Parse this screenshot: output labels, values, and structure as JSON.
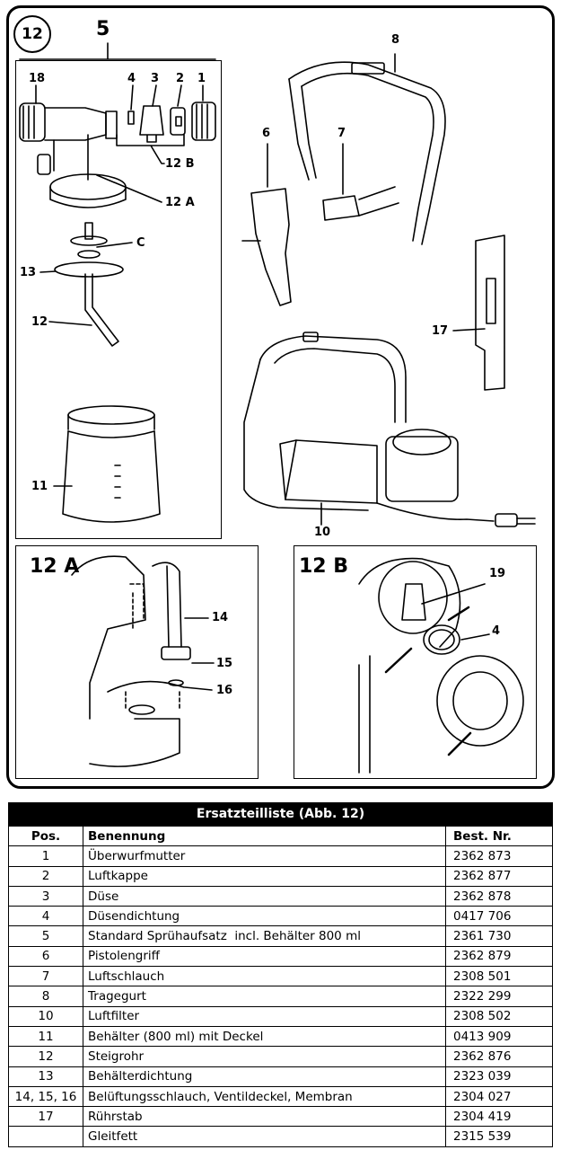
{
  "figure": {
    "main_badge": "12",
    "main_label": "5",
    "labels": {
      "p18": "18",
      "p4": "4",
      "p3": "3",
      "p2": "2",
      "p1": "1",
      "p12b": "12 B",
      "p12a": "12 A",
      "pc": "C",
      "p13": "13",
      "p12": "12",
      "p11": "11",
      "p6": "6",
      "p7": "7",
      "p8": "8",
      "p17": "17",
      "p10": "10",
      "p14": "14",
      "p15": "15",
      "p16": "16",
      "p19": "19",
      "p4b": "4"
    },
    "detail_a_title": "12 A",
    "detail_b_title": "12 B"
  },
  "table": {
    "title": "Ersatzteilliste (Abb. 12)",
    "headers": {
      "pos": "Pos.",
      "name": "Benennung",
      "nr": "Best. Nr."
    },
    "rows": [
      {
        "pos": "1",
        "name": "Überwurfmutter",
        "nr": "2362 873"
      },
      {
        "pos": "2",
        "name": "Luftkappe",
        "nr": "2362 877"
      },
      {
        "pos": "3",
        "name": "Düse",
        "nr": "2362 878"
      },
      {
        "pos": "4",
        "name": "Düsendichtung",
        "nr": "0417 706"
      },
      {
        "pos": "5",
        "name": "Standard Sprühaufsatz  incl. Behälter 800 ml",
        "nr": "2361 730"
      },
      {
        "pos": "6",
        "name": "Pistolengriff",
        "nr": "2362 879"
      },
      {
        "pos": "7",
        "name": "Luftschlauch",
        "nr": "2308 501"
      },
      {
        "pos": "8",
        "name": "Tragegurt",
        "nr": "2322 299"
      },
      {
        "pos": "10",
        "name": "Luftfilter",
        "nr": "2308 502"
      },
      {
        "pos": "11",
        "name": "Behälter (800 ml) mit Deckel",
        "nr": "0413 909"
      },
      {
        "pos": "12",
        "name": "Steigrohr",
        "nr": "2362 876"
      },
      {
        "pos": "13",
        "name": "Behälterdichtung",
        "nr": "2323 039"
      },
      {
        "pos": "14, 15, 16",
        "name": "Belüftungsschlauch, Ventildeckel, Membran",
        "nr": "2304 027"
      },
      {
        "pos": "17",
        "name": "Rührstab",
        "nr": "2304 419"
      },
      {
        "pos": "",
        "name": "Gleitfett",
        "nr": "2315 539"
      }
    ]
  }
}
